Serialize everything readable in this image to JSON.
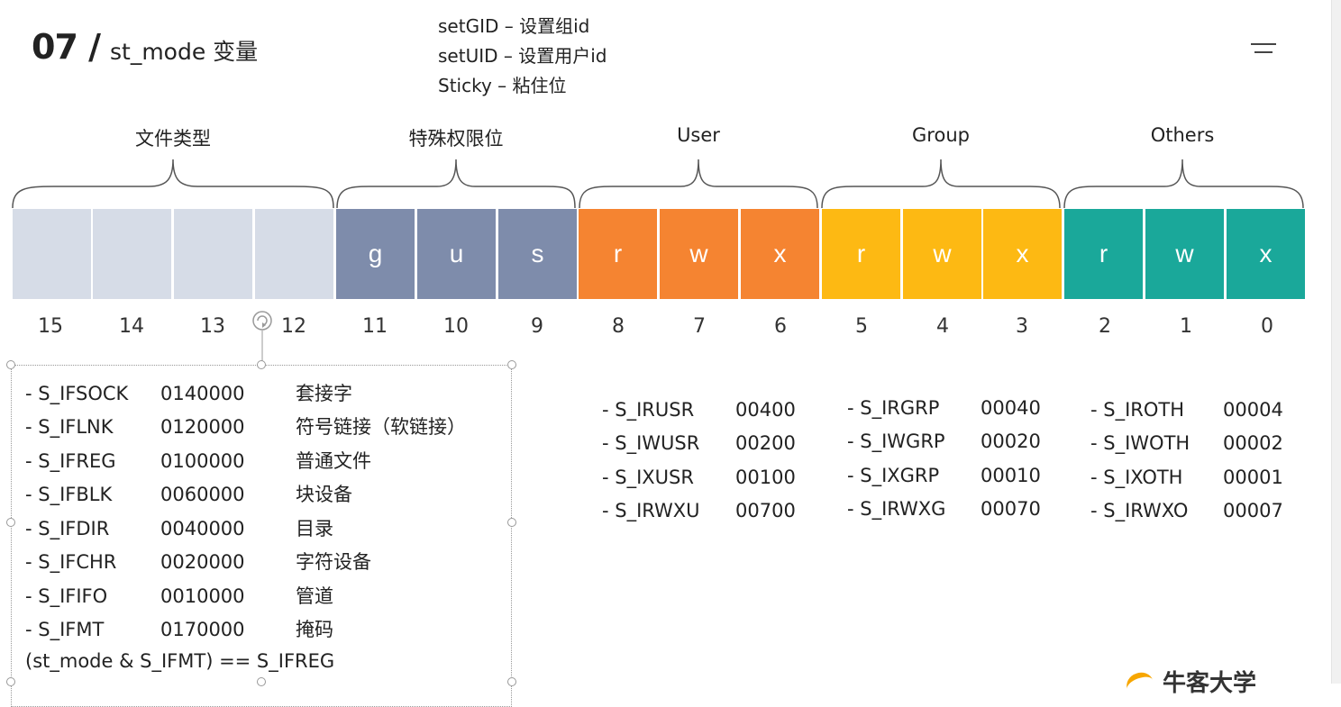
{
  "header": {
    "num": "07 /",
    "title": "st_mode 变量"
  },
  "notes": [
    "setGID – 设置组id",
    "setUID – 设置用户id",
    "Sticky – 粘住位"
  ],
  "groups": [
    "文件类型",
    "特殊权限位",
    "User",
    "Group",
    "Others"
  ],
  "cells": {
    "type": [
      "",
      "",
      "",
      ""
    ],
    "special": [
      "g",
      "u",
      "s"
    ],
    "user": [
      "r",
      "w",
      "x"
    ],
    "group": [
      "r",
      "w",
      "x"
    ],
    "others": [
      "r",
      "w",
      "x"
    ]
  },
  "bits": [
    "15",
    "14",
    "13",
    "12",
    "11",
    "10",
    "9",
    "8",
    "7",
    "6",
    "5",
    "4",
    "3",
    "2",
    "1",
    "0"
  ],
  "file_types": [
    {
      "name": "- S_IFSOCK",
      "value": "0140000",
      "desc": "套接字"
    },
    {
      "name": "- S_IFLNK",
      "value": "0120000",
      "desc": "符号链接（软链接）"
    },
    {
      "name": "- S_IFREG",
      "value": "0100000",
      "desc": "普通文件"
    },
    {
      "name": "- S_IFBLK",
      "value": "0060000",
      "desc": "块设备"
    },
    {
      "name": "- S_IFDIR",
      "value": "0040000",
      "desc": "目录"
    },
    {
      "name": "- S_IFCHR",
      "value": "0020000",
      "desc": "字符设备"
    },
    {
      "name": "- S_IFIFO",
      "value": "0010000",
      "desc": "管道"
    },
    {
      "name": "- S_IFMT",
      "value": "0170000",
      "desc": "掩码"
    }
  ],
  "expression": "(st_mode & S_IFMT) ==  S_IFREG",
  "user_perms": [
    {
      "name": "- S_IRUSR",
      "value": "00400"
    },
    {
      "name": "- S_IWUSR",
      "value": "00200"
    },
    {
      "name": "- S_IXUSR",
      "value": "00100"
    },
    {
      "name": "- S_IRWXU",
      "value": "00700"
    }
  ],
  "group_perms": [
    {
      "name": "- S_IRGRP",
      "value": "00040"
    },
    {
      "name": "- S_IWGRP",
      "value": "00020"
    },
    {
      "name": "- S_IXGRP",
      "value": "00010"
    },
    {
      "name": "- S_IRWXG",
      "value": "00070"
    }
  ],
  "other_perms": [
    {
      "name": "- S_IROTH",
      "value": "00004"
    },
    {
      "name": "- S_IWOTH",
      "value": "00002"
    },
    {
      "name": "- S_IXOTH",
      "value": "00001"
    },
    {
      "name": "- S_IRWXO",
      "value": "00007"
    }
  ],
  "logo": {
    "text": "牛客大学"
  },
  "colors": {
    "type": "#d6dce7",
    "special": "#7e8cab",
    "user": "#f58431",
    "group": "#fdb913",
    "others": "#1aa89a"
  }
}
